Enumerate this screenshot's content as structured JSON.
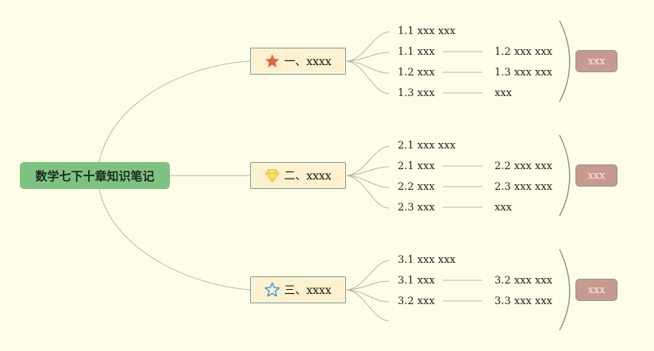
{
  "root": {
    "label": "数学七下十章知识笔记"
  },
  "branches": [
    {
      "icon": "star-icon",
      "label": "一、xxxx",
      "leaves": [
        "1.1 xxx xxx",
        "1.1 xxx",
        "1.2 xxx",
        "1.3 xxx"
      ],
      "sub_leaves": [
        "1.2 xxx xxx",
        "1.3 xxx xxx",
        "xxx"
      ],
      "summary": "xxx"
    },
    {
      "icon": "diamond-icon",
      "label": "二、xxxx",
      "leaves": [
        "2.1 xxx xxx",
        "2.1 xxx",
        "2.2 xxx",
        "2.3 xxx"
      ],
      "sub_leaves": [
        "2.2 xxx xxx",
        "2.3 xxx xxx",
        "xxx"
      ],
      "summary": "xxx"
    },
    {
      "icon": "star-outline-icon",
      "label": "三、xxxx",
      "leaves": [
        "3.1 xxx xxx",
        "3.1 xxx",
        "3.2 xxx",
        ""
      ],
      "sub_leaves": [
        "3.2 xxx xxx",
        "3.3 xxx xxx"
      ],
      "summary": "xxx"
    }
  ],
  "colors": {
    "background": "#fefee8",
    "root": "#7ec382",
    "branch": "#fdf1cf",
    "summary": "#c89a8e",
    "connector": "#b8b6a4"
  }
}
